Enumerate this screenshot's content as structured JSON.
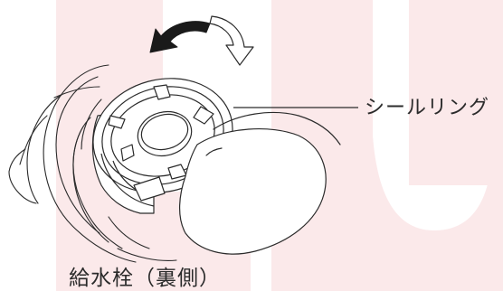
{
  "labels": {
    "seal_ring": "シールリング",
    "caption": "給水栓（裏側）"
  },
  "colors": {
    "watermark": "#fbe9ea",
    "line": "#2b2b2b",
    "arrow_fill": "#1a1a1a",
    "background": "#ffffff"
  },
  "icons": {
    "rotate_left_arrow": "curved-arrow-counterclockwise-solid",
    "rotate_right_arrow": "curved-arrow-clockwise-outline"
  }
}
